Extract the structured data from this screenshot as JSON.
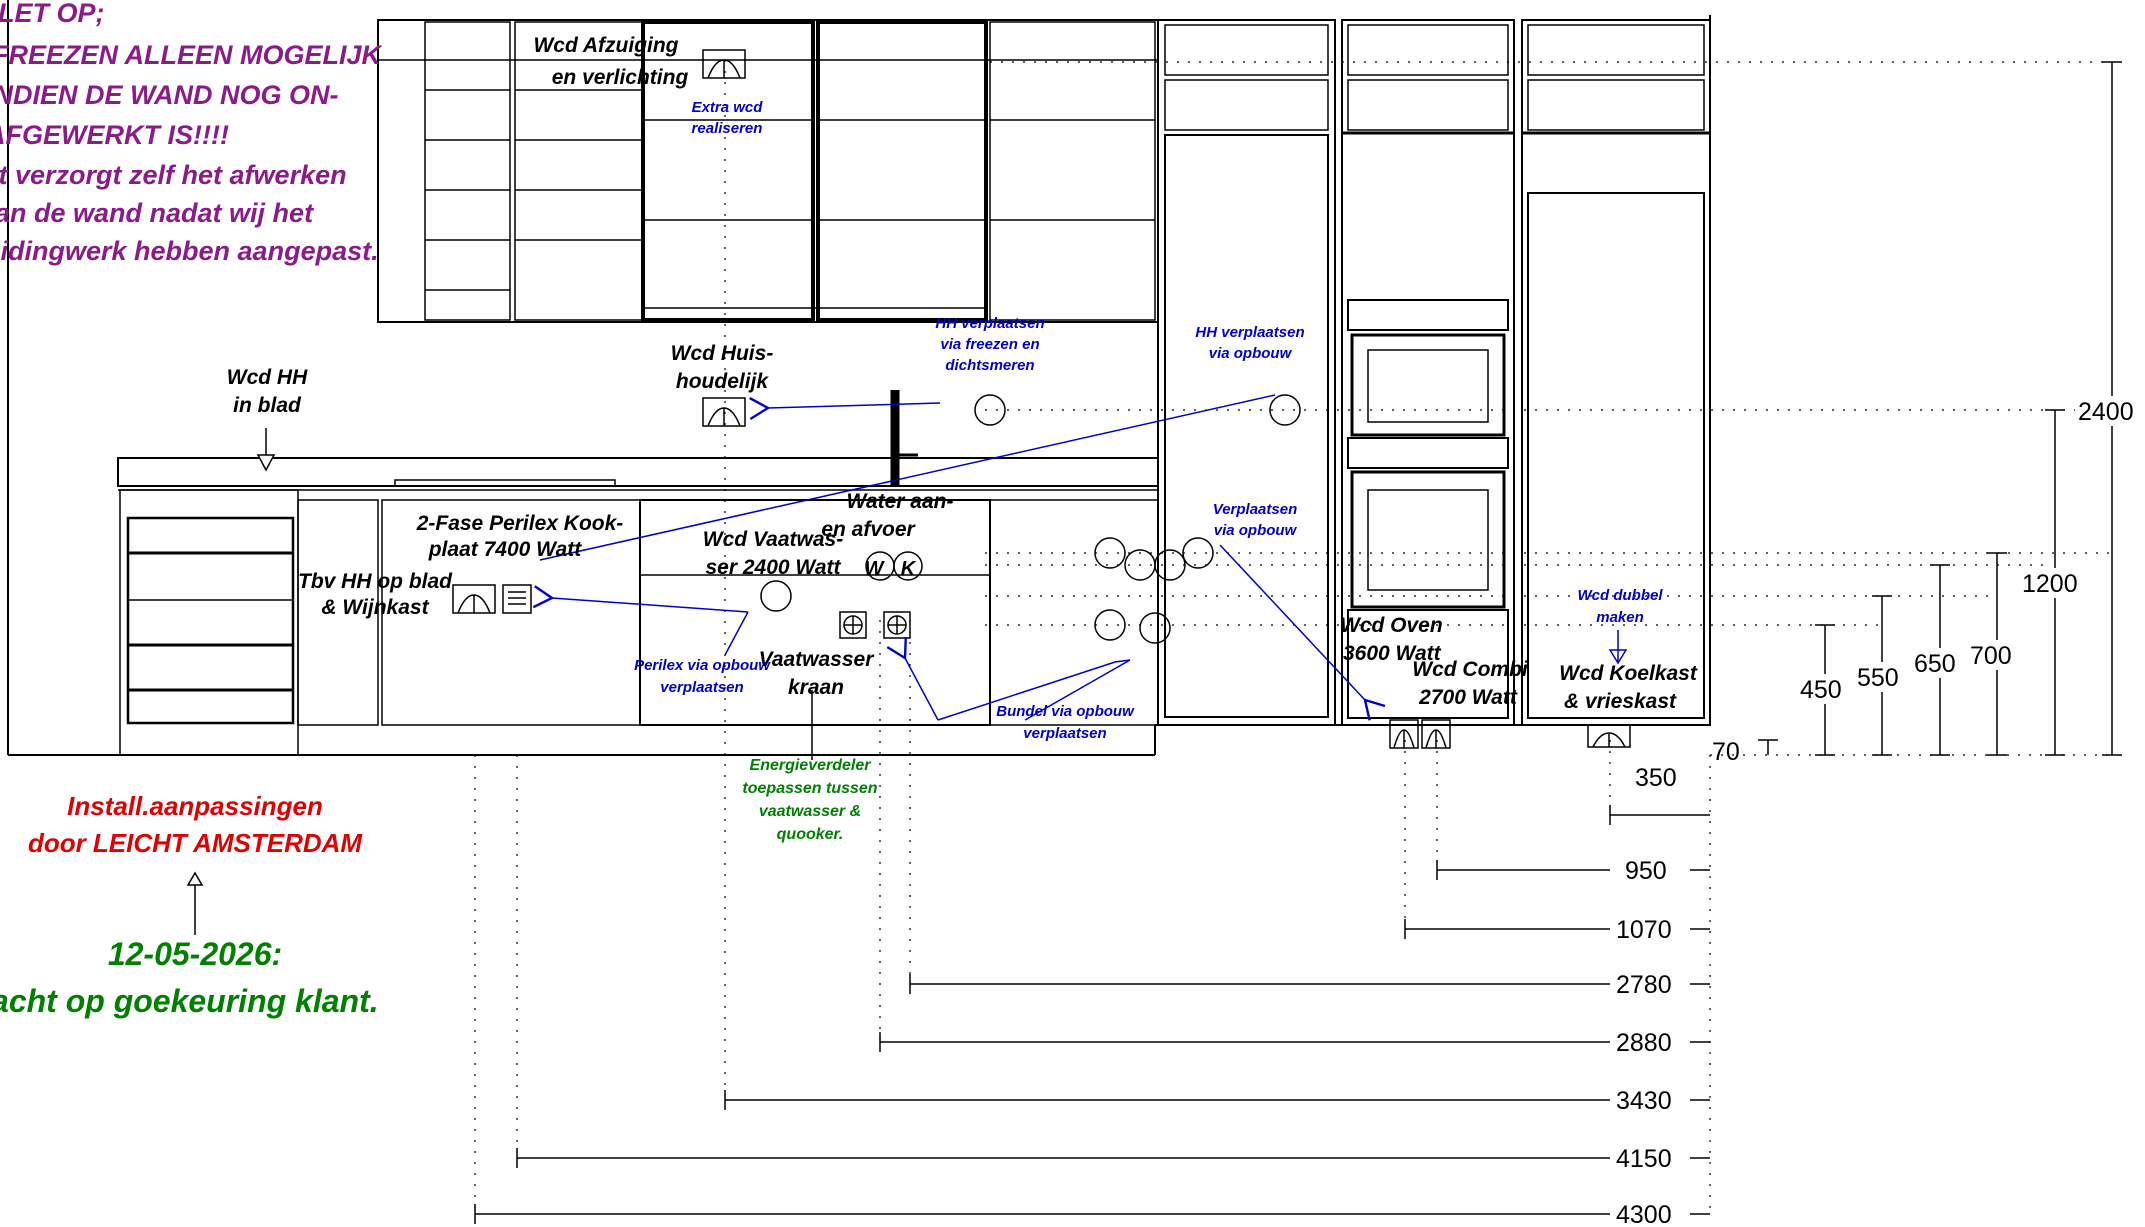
{
  "warning_note": [
    "LET OP;",
    "FREEZEN ALLEEN MOGELIJK",
    "INDIEN DE WAND NOG ON-",
    "AFGEWERKT IS!!!!",
    "Klant verzorgt zelf het afwerken",
    "van de wand nadat wij het",
    "leidingwerk hebben aangepast."
  ],
  "labels": {
    "wcd_afzuiging": [
      "Wcd Afzuiging",
      "en verlichting"
    ],
    "extra_wcd": [
      "Extra wcd",
      "realiseren"
    ],
    "hh_verplaatsen_freezen": [
      "HH verplaatsen",
      "via freezen en",
      "dichtsmeren"
    ],
    "hh_verplaatsen_opbouw": [
      "HH verplaatsen",
      "via opbouw"
    ],
    "wcd_hh_in_blad": [
      "Wcd HH",
      "in blad"
    ],
    "wcd_huishoudelijk": [
      "Wcd Huis-",
      "houdelijk"
    ],
    "perilex_kookplaat": [
      "2-Fase Perilex Kook-",
      "plaat 7400 Watt"
    ],
    "water_aanvoer": [
      "Water aan-",
      "en afvoer"
    ],
    "wcd_vaatwasser": [
      "Wcd Vaatwas-",
      "ser 2400 Watt"
    ],
    "tbv_hh": [
      "Tbv HH op blad",
      "& Wijnkast"
    ],
    "verplaatsen_opbouw": [
      "Verplaatsen",
      "via opbouw"
    ],
    "perilex_opbouw": [
      "Perilex via opbouw",
      "verplaatsen"
    ],
    "vaatwasser_kraan": [
      "Vaatwasser",
      "kraan"
    ],
    "bundel_opbouw": [
      "Bundel via opbouw",
      "verplaatsen"
    ],
    "wcd_oven": [
      "Wcd Oven",
      "3600 Watt"
    ],
    "wcd_combi": [
      "Wcd Combi",
      "2700 Watt"
    ],
    "wcd_dubbel": [
      "Wcd dubbel",
      "maken"
    ],
    "wcd_koelkast": [
      "Wcd Koelkast",
      "& vrieskast"
    ],
    "energieverdeler": [
      "Energieverdeler",
      "toepassen tussen",
      "vaatwasser &",
      "quooker."
    ],
    "install_aanpassingen": [
      "Install.aanpassingen",
      "door LEICHT AMSTERDAM"
    ],
    "status": [
      "12-05-2026:",
      "Wacht op goekeuring klant."
    ],
    "socket_w": "W",
    "socket_k": "K"
  },
  "heights": [
    "2400",
    "1200",
    "700",
    "650",
    "550",
    "450",
    "70"
  ],
  "distances": [
    "350",
    "950",
    "1070",
    "2780",
    "2880",
    "3430",
    "4150",
    "4300"
  ],
  "colors": {
    "warning": "#8b1a8b",
    "instruction": "#0000cc",
    "energy": "#008000",
    "install": "#e00000",
    "status": "#008000",
    "line": "#000000"
  },
  "icons": [
    "socket-symbol-icon",
    "perilex-symbol-icon",
    "junction-circle-icon",
    "arrow-pointer-icon"
  ]
}
